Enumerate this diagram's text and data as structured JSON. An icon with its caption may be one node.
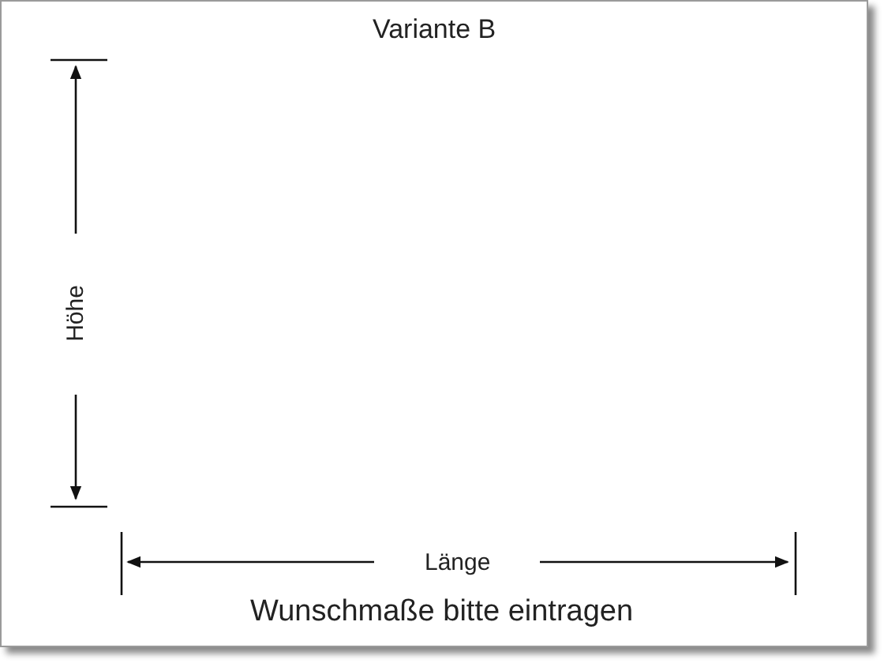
{
  "diagram": {
    "title": "Variante B",
    "caption": "Wunschmaße bitte eintragen",
    "labels": [
      "Höhe",
      "Länge"
    ]
  }
}
